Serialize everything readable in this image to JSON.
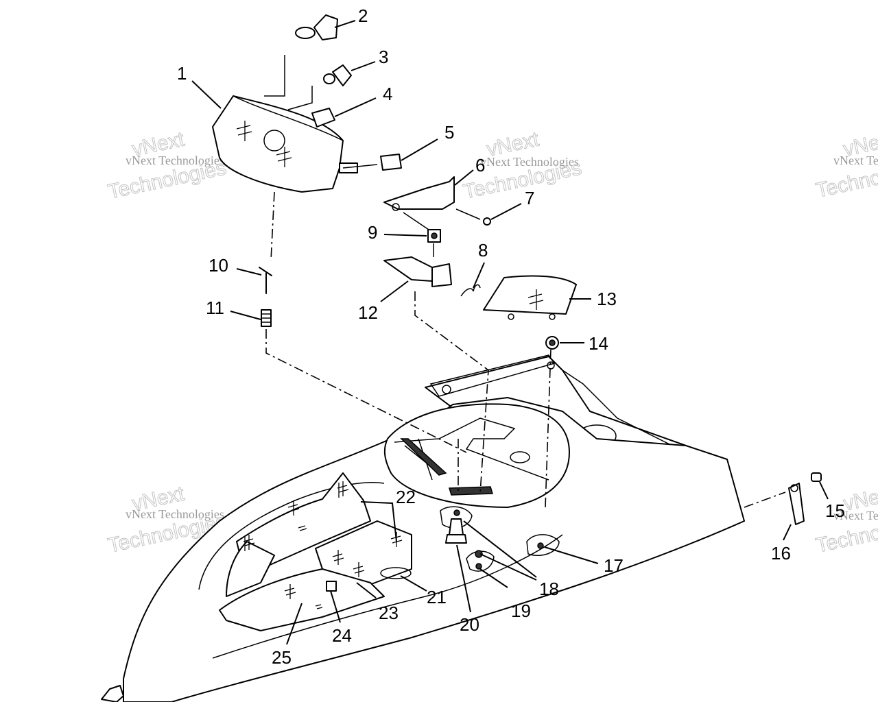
{
  "watermark": {
    "line_small": "vNext Technologies",
    "line_large_top": "vNext",
    "line_large_bottom": "Technologies"
  },
  "callouts": [
    "1",
    "2",
    "3",
    "4",
    "5",
    "6",
    "7",
    "8",
    "9",
    "10",
    "11",
    "12",
    "13",
    "14",
    "15",
    "16",
    "17",
    "18",
    "19",
    "20",
    "21",
    "22",
    "23",
    "24",
    "25"
  ]
}
